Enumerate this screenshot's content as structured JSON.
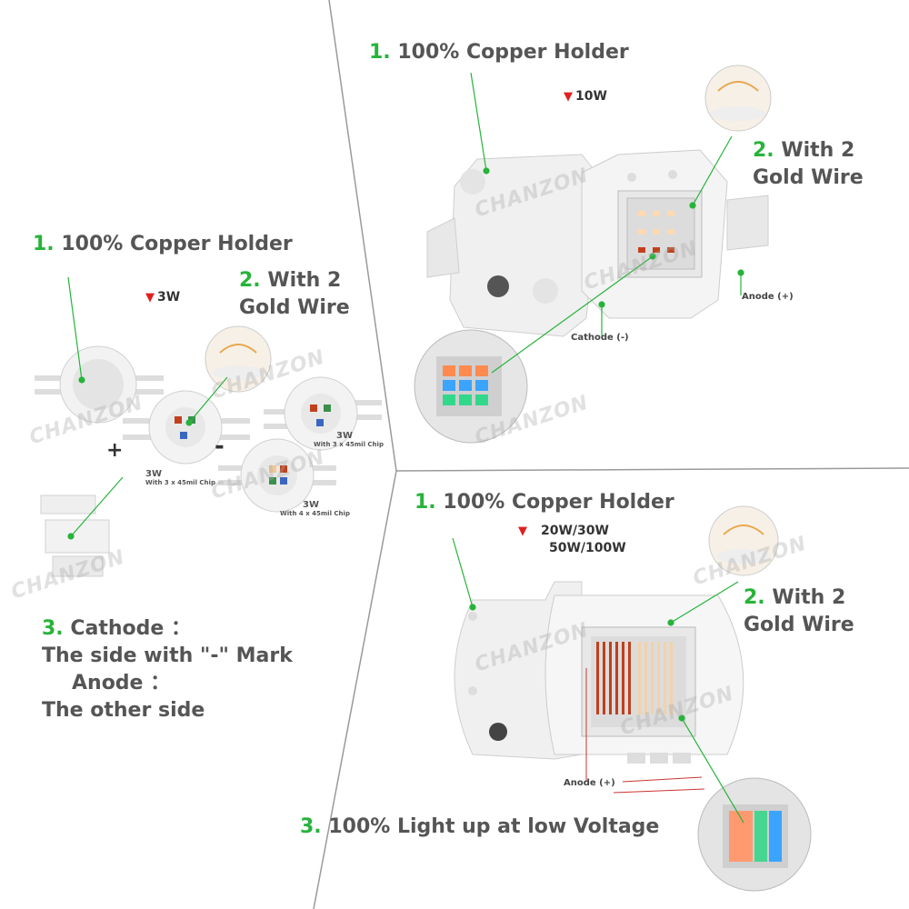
{
  "panel_left": {
    "copper": {
      "num": "1.",
      "text": "100% Copper Holder"
    },
    "power": "3W",
    "gold": {
      "num": "2.",
      "line1": "With 2",
      "line2": "Gold Wire"
    },
    "plus": "+",
    "minus": "-",
    "led_a": {
      "watt": "3W",
      "chip": "With 3 x 45mil Chip"
    },
    "led_b": {
      "watt": "3W",
      "chip": "With 3 x 45mil Chip"
    },
    "led_c": {
      "watt": "3W",
      "chip": "With 4 x 45mil Chip"
    },
    "cathode": {
      "num": "3.",
      "line1": "Cathode ：",
      "line2": "The side with \"-\" Mark",
      "line3": "Anode ：",
      "line4": "The other side"
    }
  },
  "panel_top_right": {
    "copper": {
      "num": "1.",
      "text": "100% Copper Holder"
    },
    "power": "10W",
    "gold": {
      "num": "2.",
      "line1": "With 2",
      "line2": "Gold Wire"
    },
    "anode": "Anode (+)",
    "cathode": "Cathode (-)"
  },
  "panel_bottom_right": {
    "copper": {
      "num": "1.",
      "text": "100% Copper Holder"
    },
    "power_1": "20W/30W",
    "power_2": "50W/100W",
    "gold": {
      "num": "2.",
      "line1": "With 2",
      "line2": "Gold Wire"
    },
    "anode": "Anode (+)",
    "lightup": {
      "num": "3.",
      "text": "100% Light up at low Voltage"
    }
  },
  "watermark": "CHANZON",
  "colors": {
    "accent_green": "#27b33a",
    "text_gray": "#555555",
    "arrow_red": "#e02020",
    "divider": "#999999"
  }
}
